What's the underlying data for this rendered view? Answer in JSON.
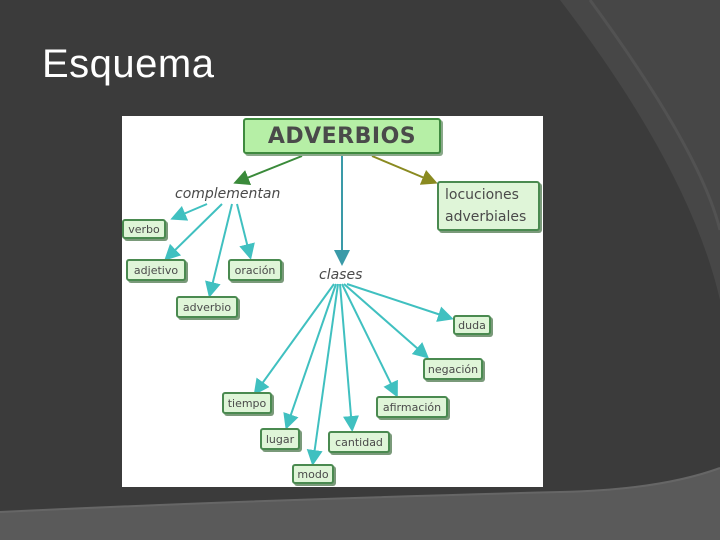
{
  "slide": {
    "title": "Esquema"
  },
  "diagram": {
    "main_node": "ADVERBIOS",
    "link_complementan": "complementan",
    "link_clases": "clases",
    "locuciones": [
      "locuciones",
      "adverbiales"
    ],
    "complementan_targets": {
      "verbo": "verbo",
      "adjetivo": "adjetivo",
      "oracion": "oración",
      "adverbio": "adverbio"
    },
    "clases_targets": {
      "duda": "duda",
      "negacion": "negación",
      "afirmacion": "afirmación",
      "tiempo": "tiempo",
      "lugar": "lugar",
      "cantidad": "cantidad",
      "modo": "modo"
    }
  },
  "colors": {
    "background": "#3b3b3b",
    "node_fill": "#dff5d8",
    "node_border": "#4a8a50",
    "main_fill": "#b6efa6",
    "arrow_green": "#3a8a3a",
    "arrow_olive": "#8a8a20",
    "arrow_teal": "#3a9aa8",
    "arrow_cyan": "#40c0c0"
  }
}
